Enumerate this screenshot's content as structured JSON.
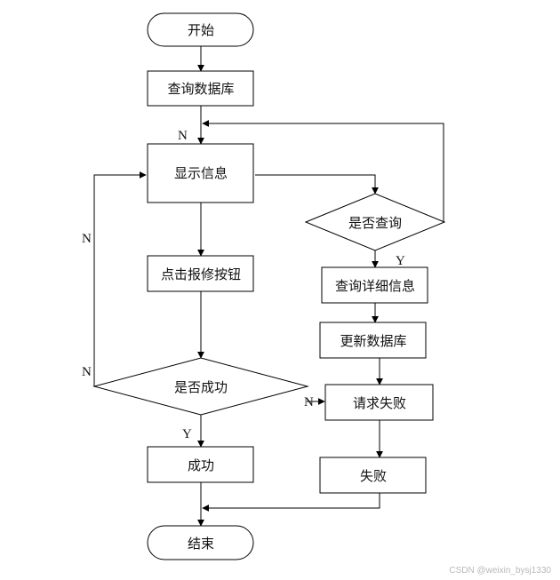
{
  "nodes": {
    "start": "开始",
    "query_db": "查询数据库",
    "show_info": "显示信息",
    "click_repair": "点击报修按钮",
    "is_success": "是否成功",
    "success": "成功",
    "end": "结束",
    "is_query": "是否查询",
    "query_detail": "查询详细信息",
    "update_db": "更新数据库",
    "request_fail": "请求失败",
    "fail": "失败"
  },
  "edge_labels": {
    "n_loop_in": "N",
    "n_left_side": "N",
    "n_left_bottom": "N",
    "y_query": "Y",
    "n_success_right": "N",
    "y_success_down": "Y"
  },
  "watermark": "CSDN @weixin_bysj1330"
}
